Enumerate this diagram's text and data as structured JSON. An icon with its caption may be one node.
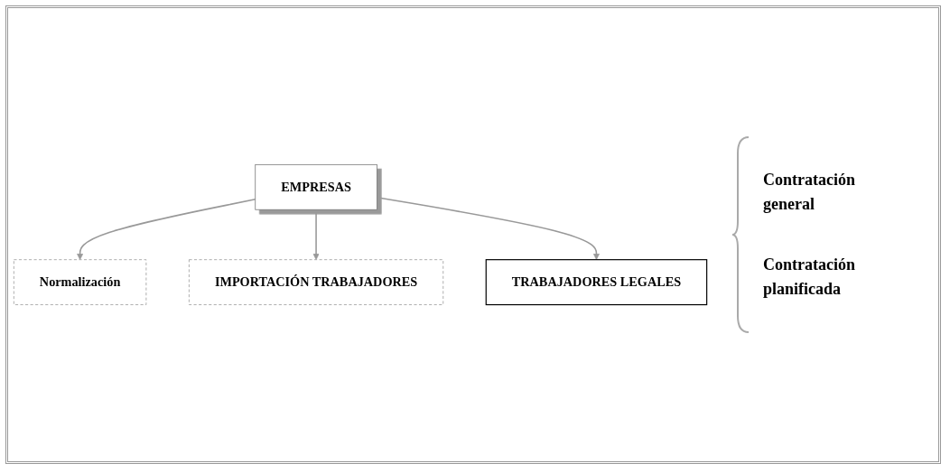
{
  "diagram": {
    "nodes": [
      {
        "text": [
          "EMPRESAS"
        ]
      },
      {
        "text": [
          "Normalización"
        ]
      },
      {
        "text": [
          "IMPORTACIÓN TRABAJADORES"
        ]
      },
      {
        "text": [
          "TRABAJADORES LEGALES"
        ]
      }
    ],
    "edges": [
      {
        "from": 0,
        "to": 1,
        "arrow": "to"
      },
      {
        "from": 0,
        "to": 2,
        "arrow": "to"
      },
      {
        "from": 0,
        "to": 3,
        "arrow": "to"
      }
    ],
    "labels": [
      "Contratación general",
      "Contratación planificada"
    ]
  }
}
